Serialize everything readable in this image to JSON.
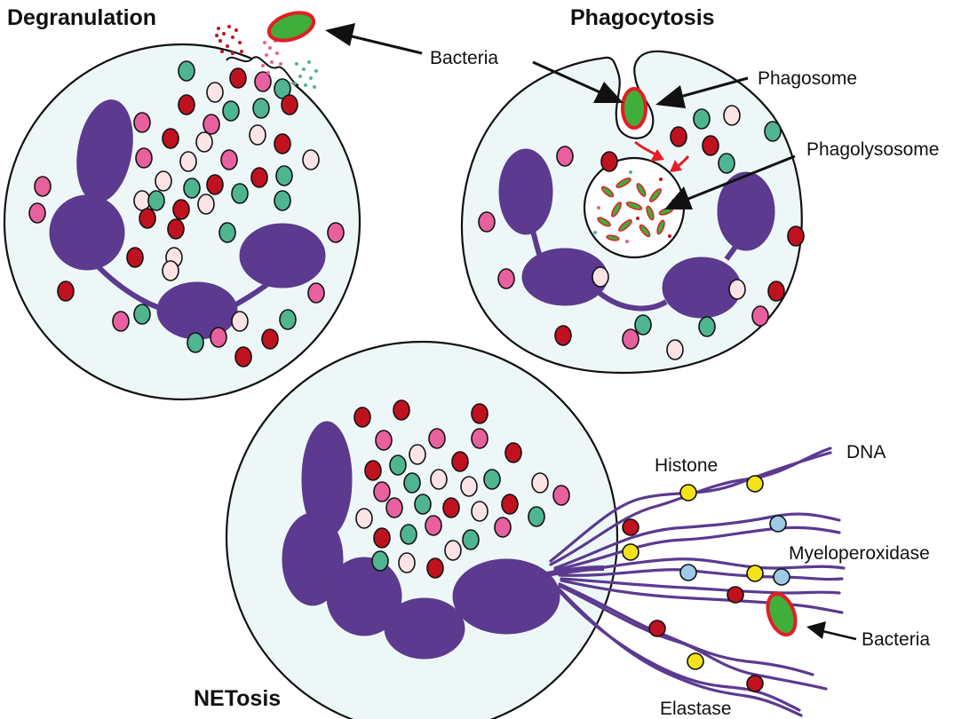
{
  "panels": {
    "degranulation": {
      "title": "Degranulation"
    },
    "phagocytosis": {
      "title": "Phagocytosis"
    },
    "netosis": {
      "title": "NETosis"
    }
  },
  "labels": {
    "bacteria_top": "Bacteria",
    "phagosome": "Phagosome",
    "phagolysosome": "Phagolysosome",
    "histone": "Histone",
    "dna": "DNA",
    "myeloperoxidase": "Myeloperoxidase",
    "bacteria_net": "Bacteria",
    "elastase": "Elastase"
  },
  "colors": {
    "cell_fill": "#eef7f8",
    "nucleus": "#5b3a8f",
    "granule_red": "#c0111f",
    "granule_pink": "#e8609e",
    "granule_green": "#4fb590",
    "granule_light": "#fbe3e6",
    "bacteria_fill": "#3fae3a",
    "bacteria_rim": "#e31e24",
    "histone": "#f4e21a",
    "myeloperoxidase": "#9ecae8",
    "elastase": "#c0111f",
    "dna": "#5b3a8f"
  }
}
